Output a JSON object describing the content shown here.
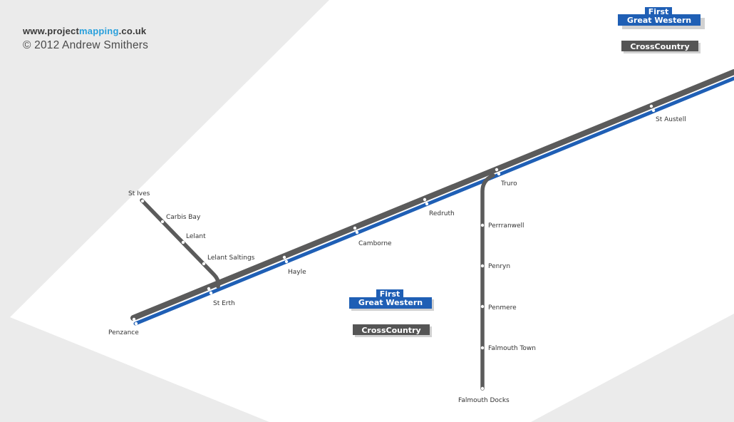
{
  "credit": {
    "url_prefix": "www.project",
    "url_highlight": "mapping",
    "url_suffix": ".co.uk",
    "copyright": "© 2012 Andrew Smithers"
  },
  "colors": {
    "background": "#ebebeb",
    "land": "#ffffff",
    "grey_line": "#5b5b5b",
    "fgw_blue": "#1f5fb5",
    "crosscountry_grey": "#555555"
  },
  "operators": {
    "fgw_line1": "First",
    "fgw_line2": "Great Western",
    "crosscountry": "CrossCountry"
  },
  "stations": {
    "penzance": "Penzance",
    "st_erth": "St Erth",
    "hayle": "Hayle",
    "camborne": "Camborne",
    "redruth": "Redruth",
    "truro": "Truro",
    "st_austell": "St Austell",
    "st_ives": "St Ives",
    "carbis_bay": "Carbis Bay",
    "lelant": "Lelant",
    "lelant_saltings": "Lelant Saltings",
    "perranwell": "Perrranwell",
    "penryn": "Penryn",
    "penmere": "Penmere",
    "falmouth_town": "Falmouth Town",
    "falmouth_docks": "Falmouth Docks"
  }
}
